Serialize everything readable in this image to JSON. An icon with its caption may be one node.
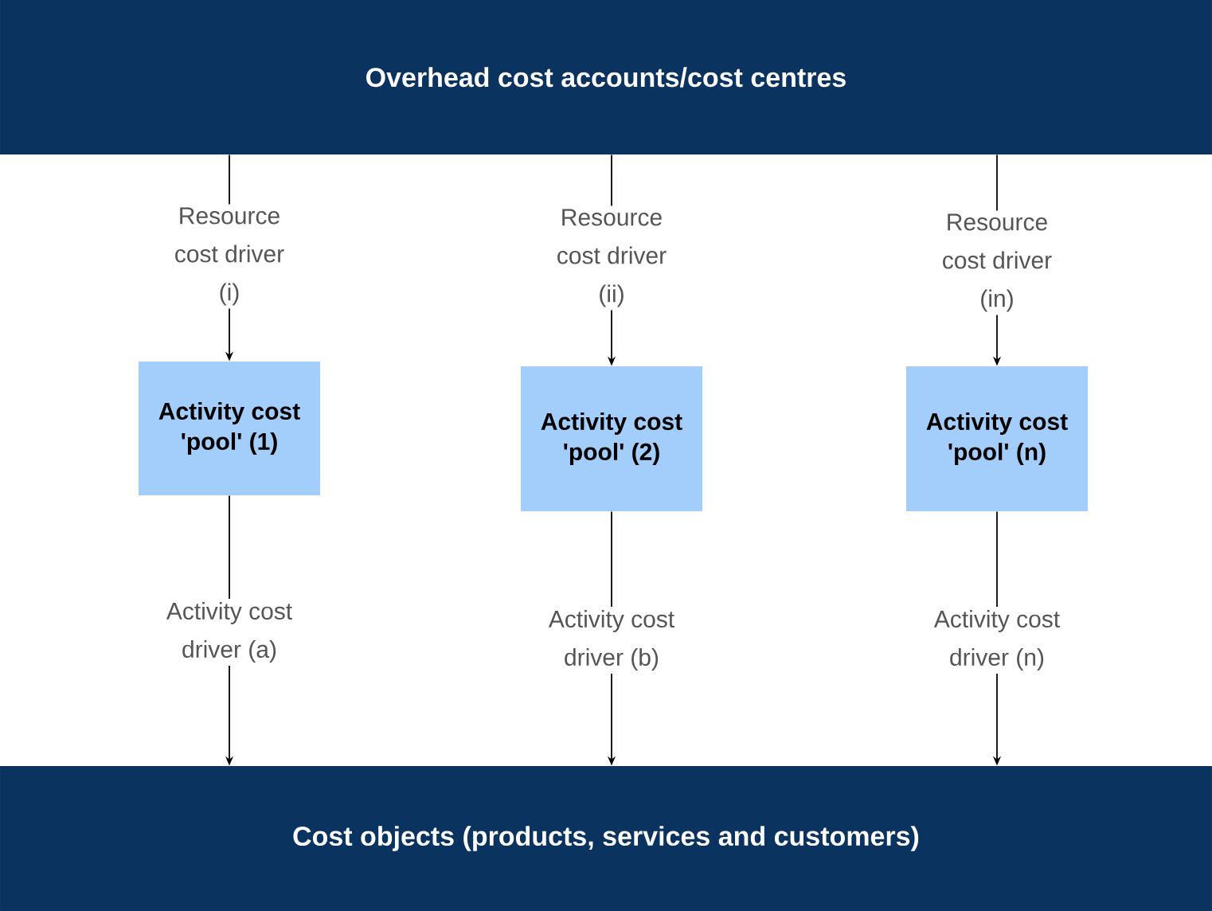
{
  "diagram": {
    "nodes": [
      {
        "text": [
          "Overhead cost accounts/cost centres"
        ]
      },
      {
        "text": [
          "Activity cost 'pool' (1)"
        ]
      },
      {
        "text": [
          "Activity cost 'pool' (2)"
        ]
      },
      {
        "text": [
          "Activity cost 'pool' (n)"
        ]
      },
      {
        "text": [
          "Cost objects (products, services and customers)"
        ]
      }
    ],
    "edges": [
      {
        "from": 0,
        "to": 1,
        "arrow": "to",
        "label": "Resource cost driver (i)"
      },
      {
        "from": 0,
        "to": 2,
        "arrow": "to",
        "label": "Resource cost driver (ii)"
      },
      {
        "from": 0,
        "to": 3,
        "arrow": "to",
        "label": "Resource cost driver (in)"
      },
      {
        "from": 1,
        "to": 4,
        "arrow": "to",
        "label": "Activity cost driver (a)"
      },
      {
        "from": 2,
        "to": 4,
        "arrow": "to",
        "label": "Activity cost driver (b)"
      },
      {
        "from": 3,
        "to": 4,
        "arrow": "to",
        "label": "Activity cost driver (n)"
      }
    ]
  }
}
